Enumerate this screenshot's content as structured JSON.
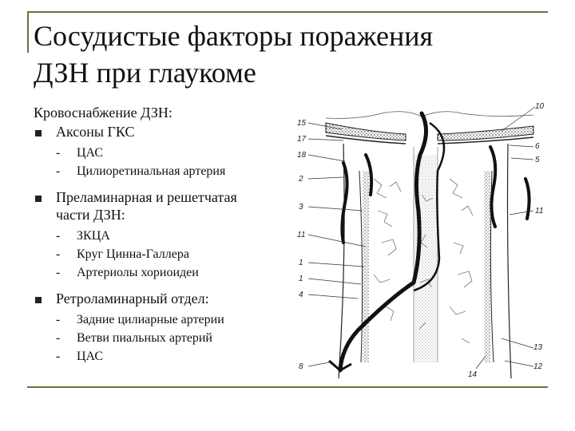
{
  "slide": {
    "title_line1": "Сосудистые факторы поражения",
    "title_line2": "ДЗН при глаукоме"
  },
  "content": {
    "intro": "Кровоснабжение ДЗН:",
    "sections": [
      {
        "heading": "Аксоны ГКС",
        "items": [
          "ЦАС",
          "Цилиоретинальная артерия"
        ]
      },
      {
        "heading_line1": "Преламинарная и решетчатая",
        "heading_line2": "части ДЗН:",
        "items": [
          "ЗКЦА",
          "Круг Цинна-Галлера",
          "Артериолы хориоидеи"
        ]
      },
      {
        "heading": "Ретроламинарный отдел:",
        "items": [
          "Задние цилиарные артерии",
          "Ветви пиальных артерий",
          "ЦАС"
        ]
      }
    ]
  },
  "figure": {
    "labels_left": [
      "15",
      "17",
      "18",
      "2",
      "3",
      "11",
      "1",
      "1",
      "4",
      "8"
    ],
    "labels_right": [
      "10",
      "6",
      "5",
      "11",
      "13",
      "12",
      "14"
    ]
  },
  "colors": {
    "rule": "#5d7a35",
    "bullet": "#222222"
  }
}
